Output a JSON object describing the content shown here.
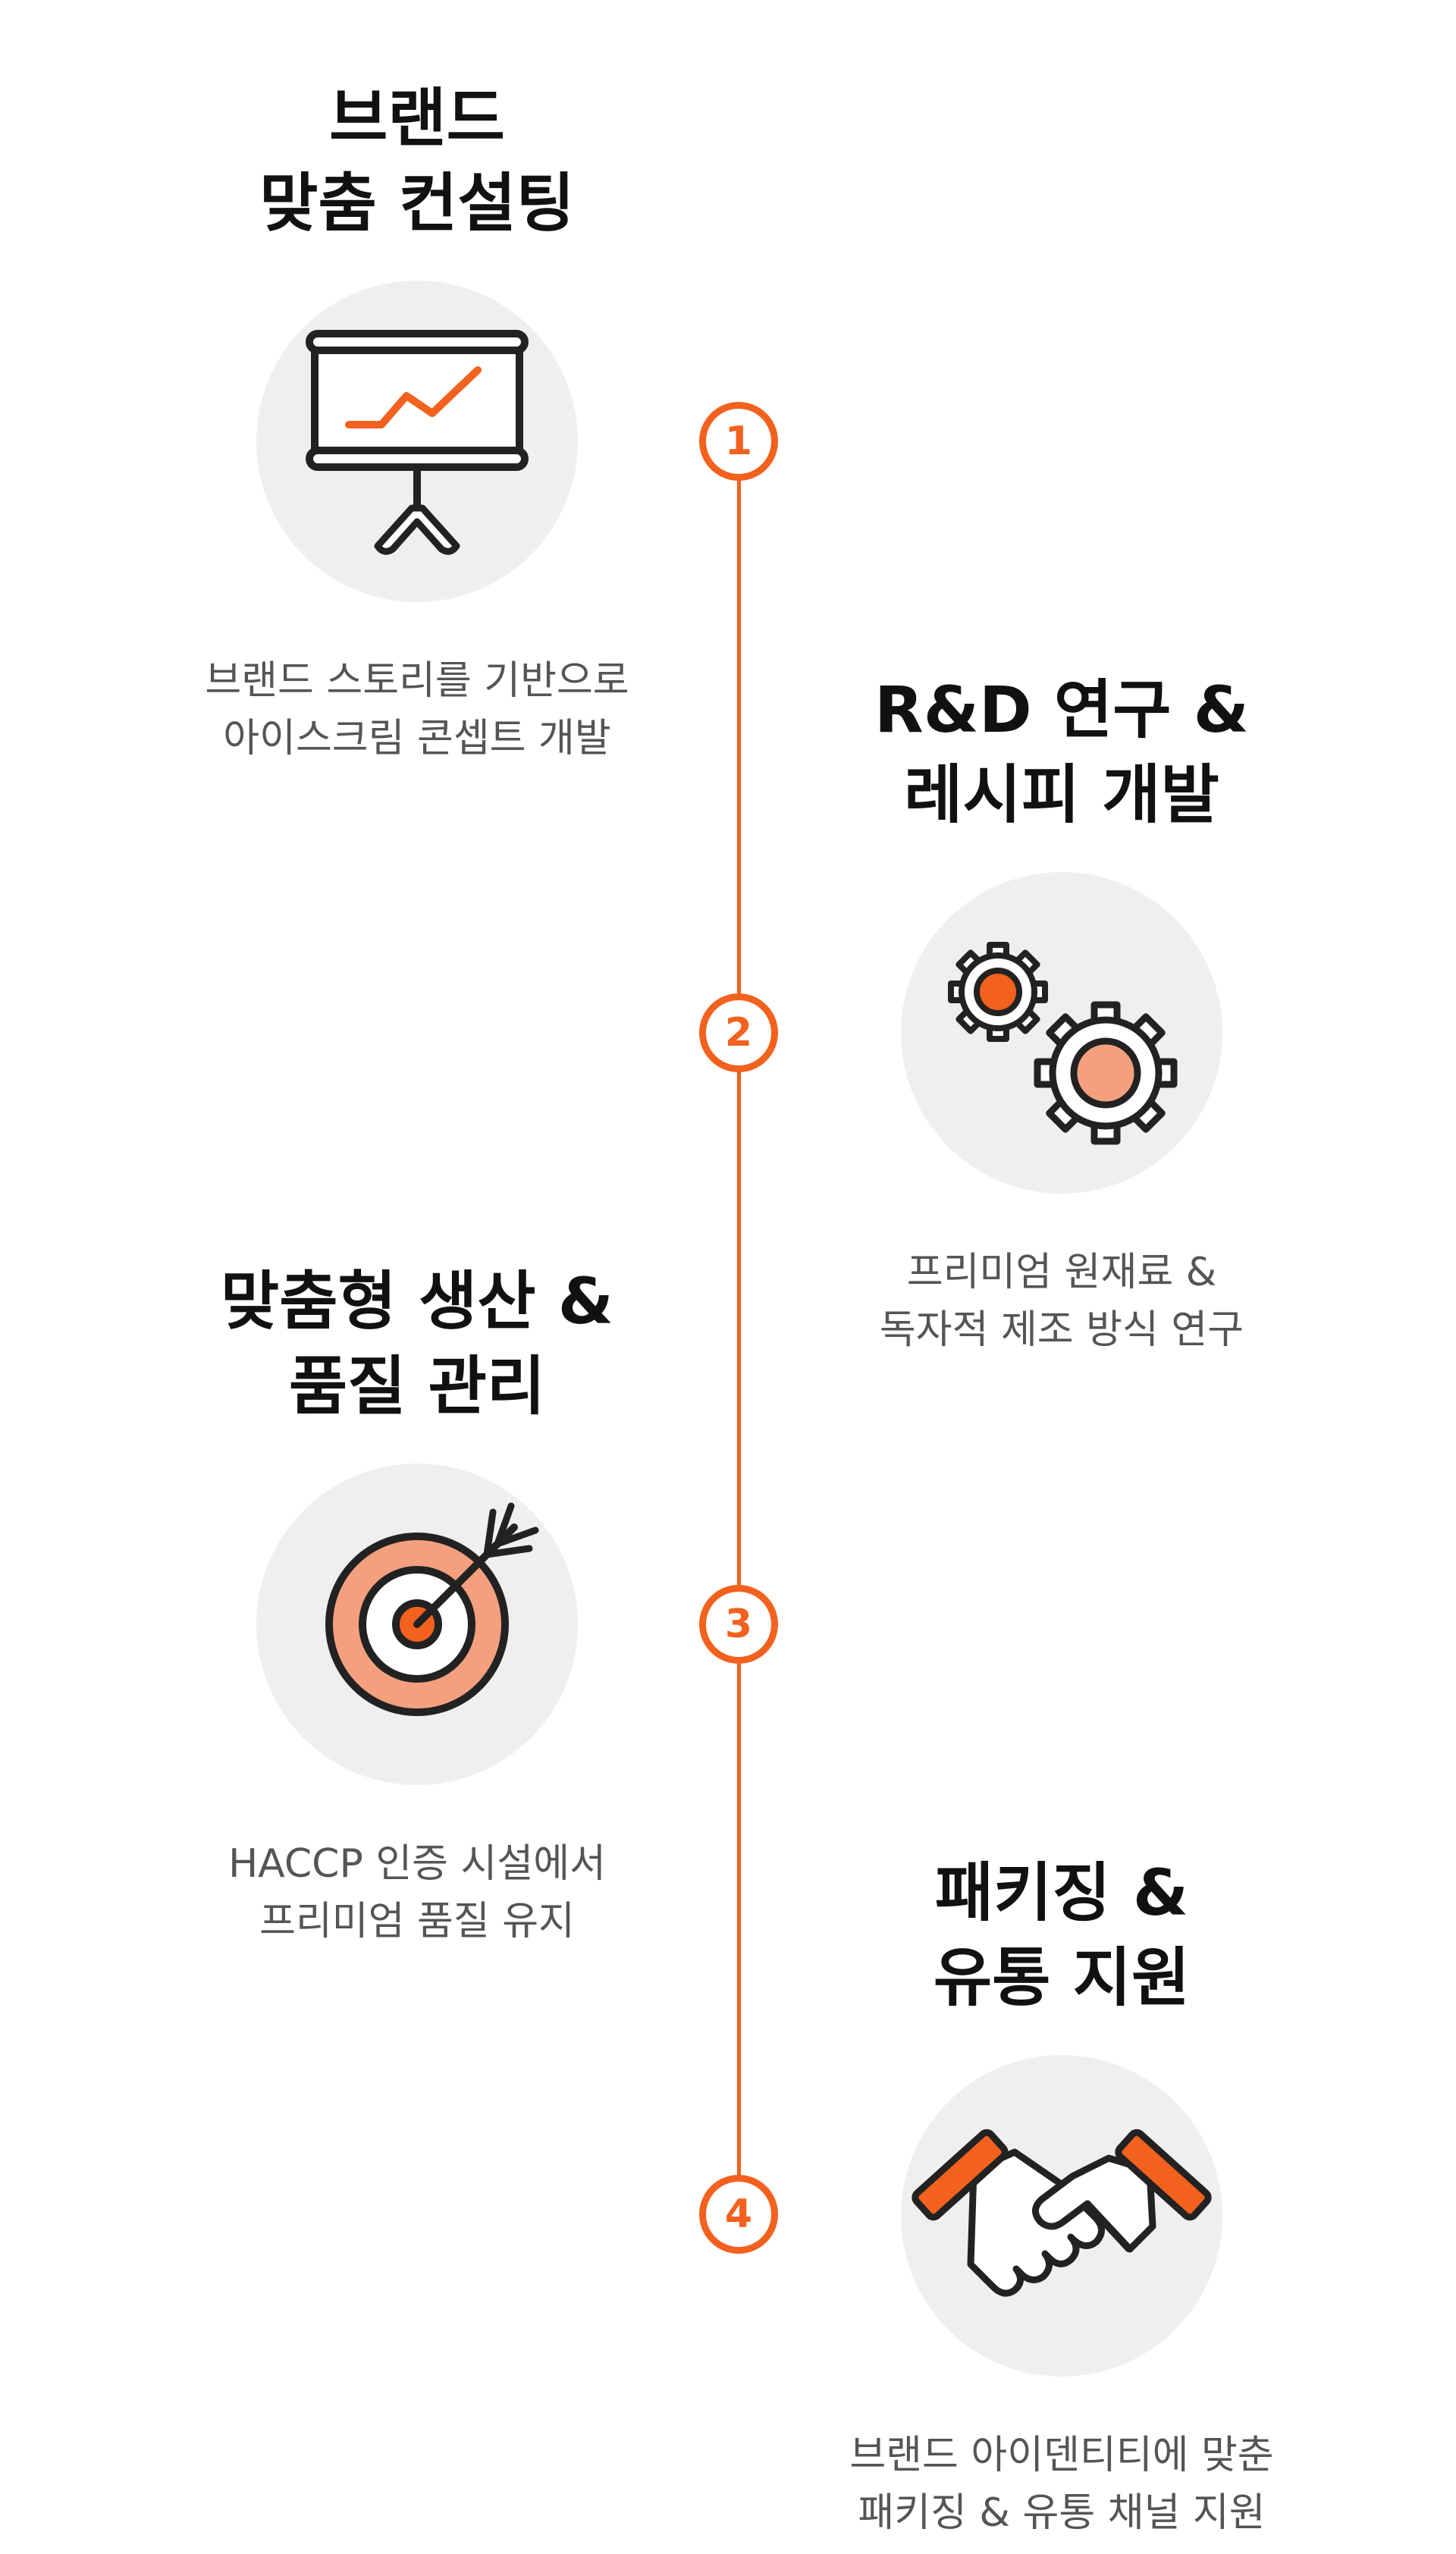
{
  "colors": {
    "accent": "#f2611d",
    "accent_light": "#f4a07f",
    "icon_bg": "#efefef",
    "title": "#111111",
    "desc": "#555555"
  },
  "steps": [
    {
      "number": "1",
      "title": [
        "브랜드",
        "맞춤 컨설팅"
      ],
      "icon": "presentation-chart-icon",
      "desc": [
        "브랜드 스토리를 기반으로",
        "아이스크림 콘셉트 개발"
      ]
    },
    {
      "number": "2",
      "title": [
        "R&D 연구 &",
        "레시피 개발"
      ],
      "icon": "gears-icon",
      "desc": [
        "프리미엄 원재료 &",
        "독자적 제조 방식 연구"
      ]
    },
    {
      "number": "3",
      "title": [
        "맞춤형 생산 &",
        "품질 관리"
      ],
      "icon": "target-icon",
      "desc": [
        "HACCP 인증 시설에서",
        "프리미엄 품질 유지"
      ]
    },
    {
      "number": "4",
      "title": [
        "패키징 &",
        "유통 지원"
      ],
      "icon": "handshake-icon",
      "desc": [
        "브랜드 아이덴티티에 맞춘",
        "패키징 & 유통 채널 지원"
      ]
    }
  ]
}
